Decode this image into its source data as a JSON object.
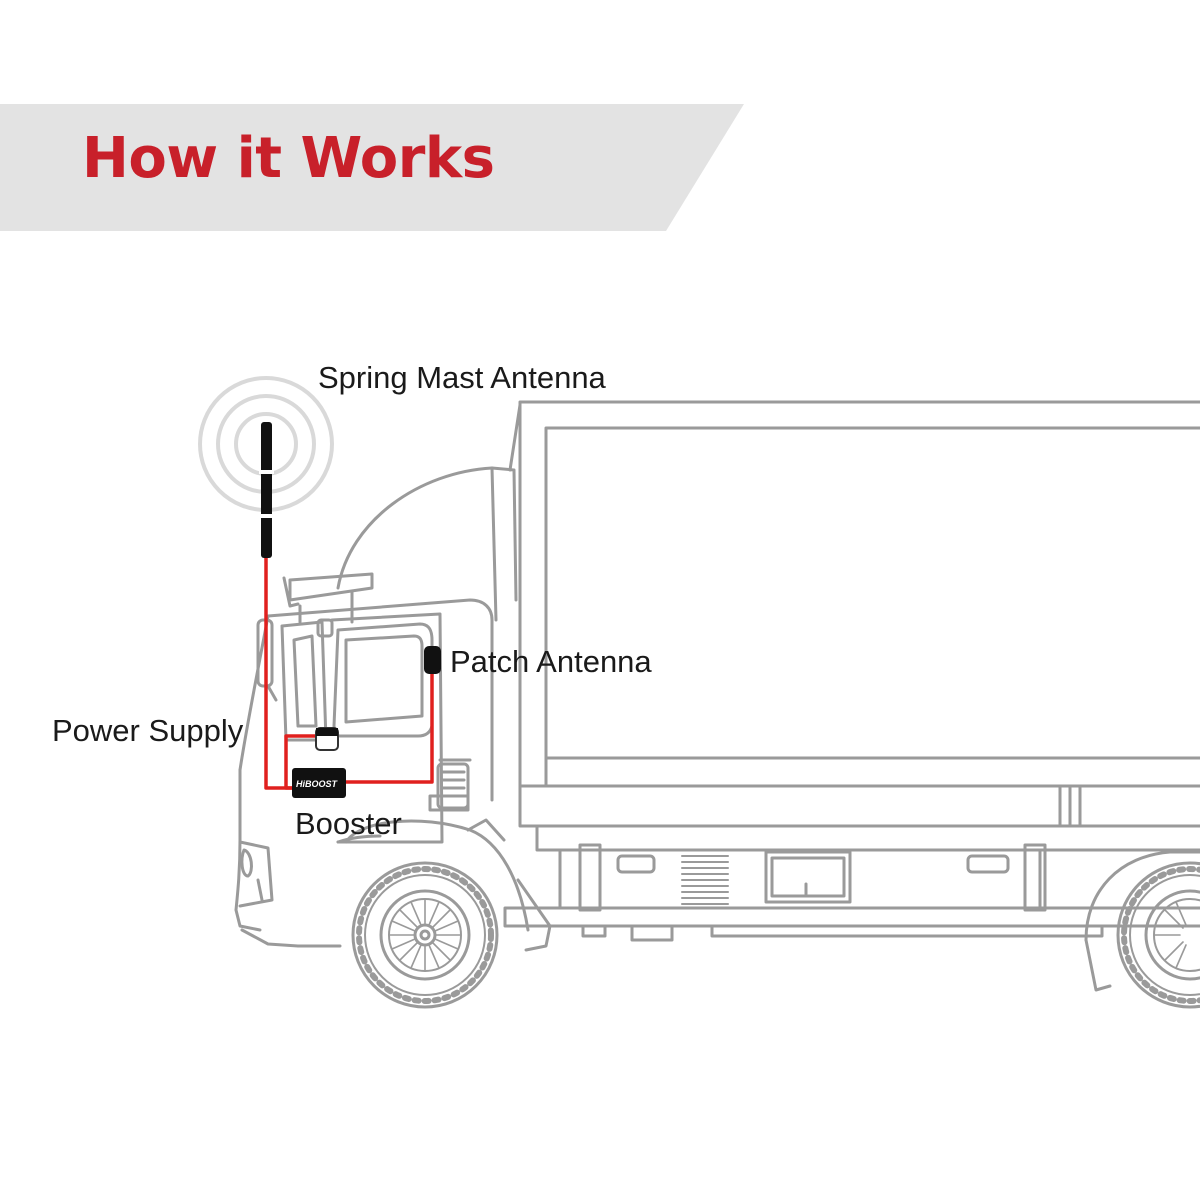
{
  "header": {
    "title": "How it Works"
  },
  "labels": {
    "spring_mast_antenna": "Spring Mast Antenna",
    "patch_antenna": "Patch Antenna",
    "power_supply": "Power Supply",
    "booster": "Booster"
  },
  "booster_brand": "HiBOOST",
  "colors": {
    "title": "#c8202a",
    "cable": "#e0201e",
    "banner": "#e3e3e3",
    "truck_outline": "#9a9a9a",
    "device": "#111111"
  }
}
